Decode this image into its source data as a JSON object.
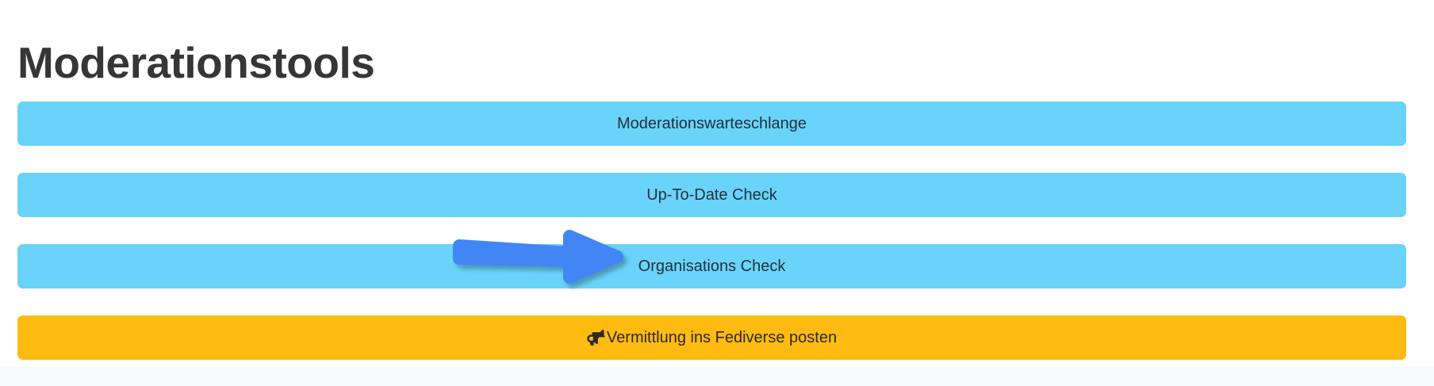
{
  "page": {
    "title": "Moderationstools",
    "language": "de"
  },
  "colors": {
    "title_text": "#363636",
    "info_button_bg": "#6ad3fa",
    "info_button_text": "#23313d",
    "warning_button_bg": "#ffbb12",
    "warning_button_text": "#2d2a20",
    "arrow_blue": "#4285f4",
    "footer_band": "#f7f9fb",
    "page_bg": "#ffffff"
  },
  "buttons": [
    {
      "label": "Moderationswarteschlange",
      "style": "info",
      "icon": null
    },
    {
      "label": "Up-To-Date Check",
      "style": "info",
      "icon": null
    },
    {
      "label": "Organisations Check",
      "style": "info",
      "icon": null,
      "annotated": true
    },
    {
      "label": "Vermittlung ins Fediverse posten",
      "style": "warning",
      "icon": "bullhorn-icon"
    }
  ],
  "annotation": {
    "type": "arrow",
    "direction": "right",
    "points_to": "Organisations Check",
    "color": "#4285f4"
  }
}
